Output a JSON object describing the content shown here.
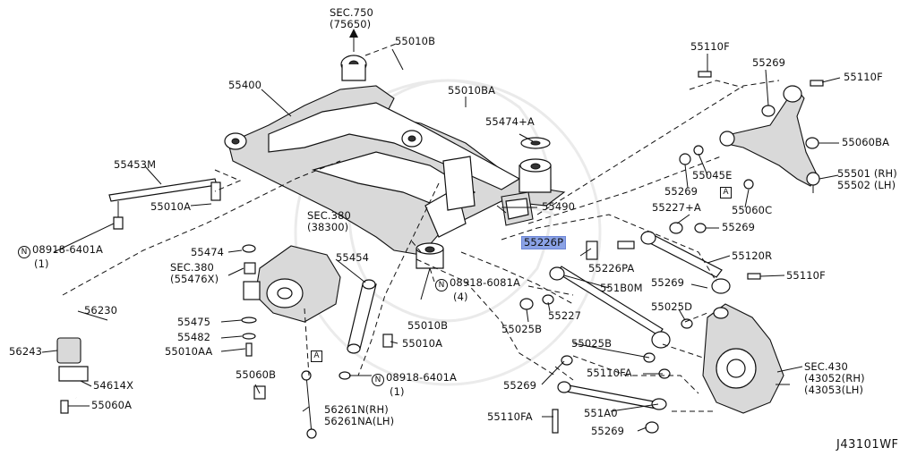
{
  "diagram": {
    "code": "J43101WF",
    "callouts": [
      {
        "id": "sec750",
        "line1": "SEC.750",
        "line2": "(75650)"
      },
      {
        "id": "p55010B_top",
        "line1": "55010B"
      },
      {
        "id": "p55400",
        "line1": "55400"
      },
      {
        "id": "p55010BA",
        "line1": "55010BA"
      },
      {
        "id": "p55474A",
        "line1": "55474+A"
      },
      {
        "id": "p55453M",
        "line1": "55453M"
      },
      {
        "id": "p55010A_left",
        "line1": "55010A"
      },
      {
        "id": "n08918_left",
        "prefix": "N",
        "line1": "08918-6401A",
        "line2": "(1)"
      },
      {
        "id": "sec380",
        "line1": "SEC.380",
        "line2": "(38300)"
      },
      {
        "id": "p55474",
        "line1": "55474"
      },
      {
        "id": "sec380b",
        "line1": "SEC.380",
        "line2": "(55476X)"
      },
      {
        "id": "p55454",
        "line1": "55454"
      },
      {
        "id": "p56230",
        "line1": "56230"
      },
      {
        "id": "p55475",
        "line1": "55475"
      },
      {
        "id": "p55482",
        "line1": "55482"
      },
      {
        "id": "p55010AA",
        "line1": "55010AA"
      },
      {
        "id": "p56243",
        "line1": "56243"
      },
      {
        "id": "p55060B",
        "line1": "55060B"
      },
      {
        "id": "p54614X",
        "line1": "54614X"
      },
      {
        "id": "p55060A",
        "line1": "55060A"
      },
      {
        "id": "p56261",
        "line1": "56261N(RH)",
        "line2": "56261NA(LH)"
      },
      {
        "id": "n08918_mid",
        "prefix": "N",
        "line1": "08918-6081A",
        "line2": "(4)"
      },
      {
        "id": "p55010B_mid",
        "line1": "55010B"
      },
      {
        "id": "p55010A_mid",
        "line1": "55010A"
      },
      {
        "id": "n08918_bot",
        "prefix": "N",
        "line1": "08918-6401A",
        "line2": "(1)"
      },
      {
        "id": "p55490",
        "line1": "55490"
      },
      {
        "id": "p55226P",
        "line1": "55226P",
        "highlight": true
      },
      {
        "id": "p55226PA",
        "line1": "55226PA"
      },
      {
        "id": "p551B0M",
        "line1": "551B0M"
      },
      {
        "id": "p55227",
        "line1": "55227"
      },
      {
        "id": "p55025B_a",
        "line1": "55025B"
      },
      {
        "id": "p55025B_b",
        "line1": "55025B"
      },
      {
        "id": "p55269_mid",
        "line1": "55269"
      },
      {
        "id": "p55110FA_a",
        "line1": "55110FA"
      },
      {
        "id": "p55110FA_b",
        "line1": "55110FA"
      },
      {
        "id": "p551A0",
        "line1": "551A0"
      },
      {
        "id": "p55269_bot",
        "line1": "55269"
      },
      {
        "id": "p55110F_top",
        "line1": "55110F"
      },
      {
        "id": "p55269_top",
        "line1": "55269"
      },
      {
        "id": "p55110F_right",
        "line1": "55110F"
      },
      {
        "id": "p55060BA",
        "line1": "55060BA"
      },
      {
        "id": "p55045E",
        "line1": "55045E"
      },
      {
        "id": "p55269_b",
        "line1": "55269"
      },
      {
        "id": "p55501",
        "line1": "55501 (RH)",
        "line2": "55502 (LH)"
      },
      {
        "id": "p55060C",
        "line1": "55060C"
      },
      {
        "id": "p55227A",
        "line1": "55227+A"
      },
      {
        "id": "p55269_c",
        "line1": "55269"
      },
      {
        "id": "p55120R",
        "line1": "55120R"
      },
      {
        "id": "p55110F_mid",
        "line1": "55110F"
      },
      {
        "id": "p55269_d",
        "line1": "55269"
      },
      {
        "id": "p55025D",
        "line1": "55025D"
      },
      {
        "id": "sec430",
        "line1": "SEC.430",
        "line2": "(43052(RH)",
        "line3": "(43053(LH)"
      }
    ],
    "ref_marks": [
      {
        "id": "refA_1",
        "text": "A"
      },
      {
        "id": "refA_2",
        "text": "A"
      }
    ]
  }
}
